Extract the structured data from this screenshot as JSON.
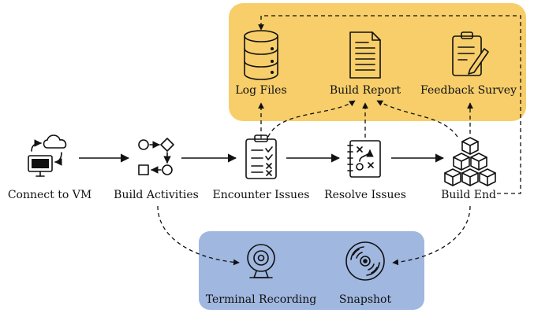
{
  "colors": {
    "artifacts_panel": "#F7CE6A",
    "recording_panel": "#A0B7E0",
    "stroke": "#111111"
  },
  "artifacts": {
    "log_files": {
      "label": "Log Files",
      "icon": "database-icon"
    },
    "build_report": {
      "label": "Build Report",
      "icon": "document-icon"
    },
    "feedback_survey": {
      "label": "Feedback Survey",
      "icon": "clipboard-pen-icon"
    }
  },
  "steps": {
    "connect": {
      "label": "Connect to VM",
      "icon": "computer-cloud-sync-icon"
    },
    "activities": {
      "label": "Build Activities",
      "icon": "flowchart-icon"
    },
    "issues": {
      "label": "Encounter Issues",
      "icon": "checklist-clipboard-icon"
    },
    "resolve": {
      "label": "Resolve Issues",
      "icon": "strategy-board-icon"
    },
    "end": {
      "label": "Build End",
      "icon": "stacked-cubes-icon"
    }
  },
  "recording": {
    "terminal": {
      "label": "Terminal Recording",
      "icon": "webcam-icon"
    },
    "snapshot": {
      "label": "Snapshot",
      "icon": "disc-icon"
    }
  }
}
